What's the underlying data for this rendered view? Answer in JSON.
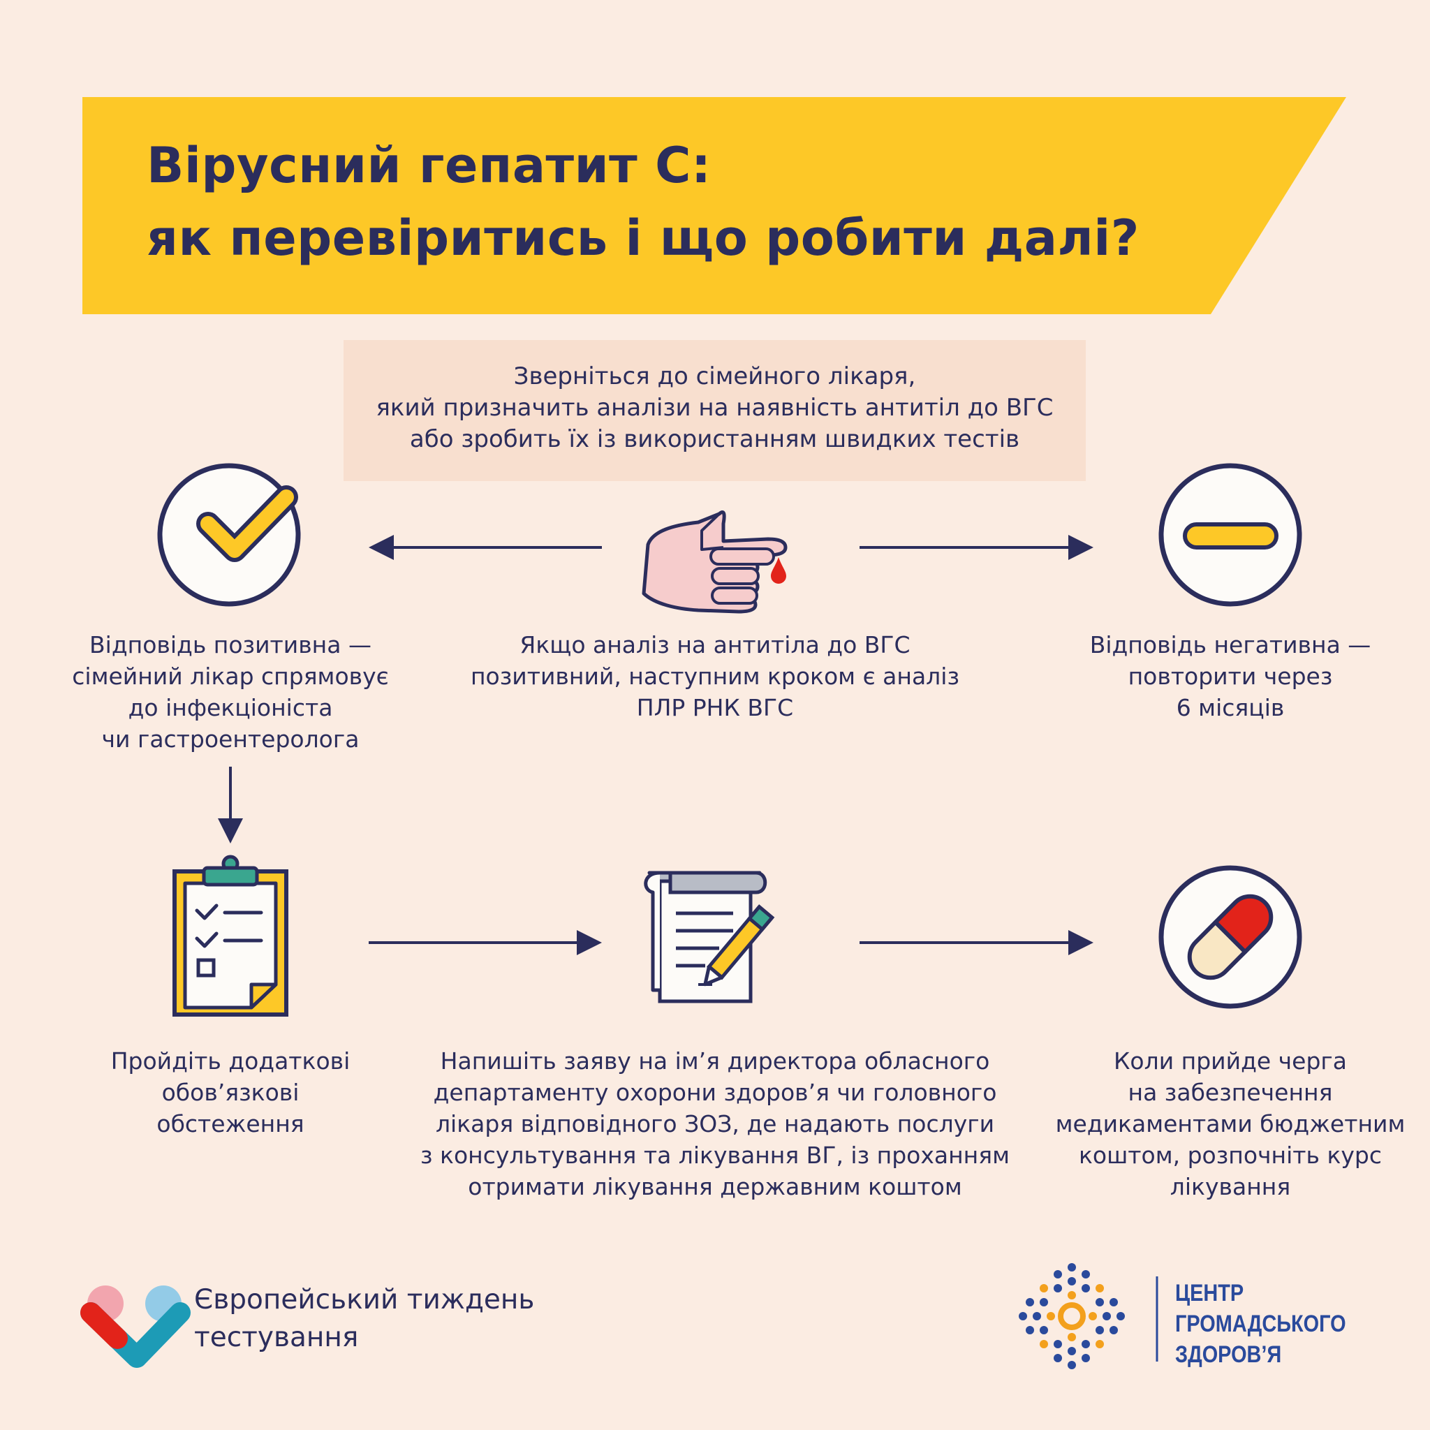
{
  "title": {
    "line1": "Вірусний гепатит С:",
    "line2": "як перевіритись і що робити далі?"
  },
  "intro": {
    "line1": "Зверніться до сімейного лікаря,",
    "line2": "який призначить аналізи на наявність антитіл до ВГС",
    "line3": "або зробить їх із використанням швидких тестів"
  },
  "steps": {
    "positive": {
      "icon": "checkmark-circle-icon",
      "line1": "Відповідь позитивна —",
      "line2": "сімейний лікар спрямовує",
      "line3": "до інфекціоніста",
      "line4": "чи гастроентеролога"
    },
    "test": {
      "icon": "finger-blood-drop-icon",
      "line1": "Якщо аналіз на антитіла до ВГС",
      "line2": "позитивний, наступним кроком є аналіз",
      "line3": "ПЛР РНК ВГС"
    },
    "negative": {
      "icon": "minus-circle-icon",
      "line1": "Відповідь негативна —",
      "line2": "повторити через",
      "line3": "6 місяців"
    },
    "exams": {
      "icon": "clipboard-checklist-icon",
      "line1": "Пройдіть додаткові",
      "line2": "обов’язкові",
      "line3": "обстеження"
    },
    "application": {
      "icon": "document-pen-icon",
      "line1": "Напишіть заяву на ім’я директора обласного",
      "line2": "департаменту охорони здоров’я чи головного",
      "line3": "лікаря відповідного ЗОЗ, де надають послуги",
      "line4": "з консультування та лікування ВГ, із проханням",
      "line5": "отримати лікування державним коштом"
    },
    "treatment": {
      "icon": "pill-capsule-icon",
      "line1": "Коли прийде черга",
      "line2": "на забезпечення",
      "line3": "медикаментами бюджетним",
      "line4": "коштом, розпочніть курс",
      "line5": "лікування"
    }
  },
  "footer": {
    "left_line1": "Європейський тиждень",
    "left_line2": "тестування",
    "right_line1": "ЦЕНТР",
    "right_line2": "ГРОМАДСЬКОГО",
    "right_line3": "ЗДОРОВ’Я"
  },
  "colors": {
    "background": "#fbece2",
    "banner": "#fdc827",
    "navy": "#2b2d5c",
    "intro_box": "#f8dfcf",
    "accent_red": "#e2231a",
    "accent_teal": "#3aa68f"
  }
}
